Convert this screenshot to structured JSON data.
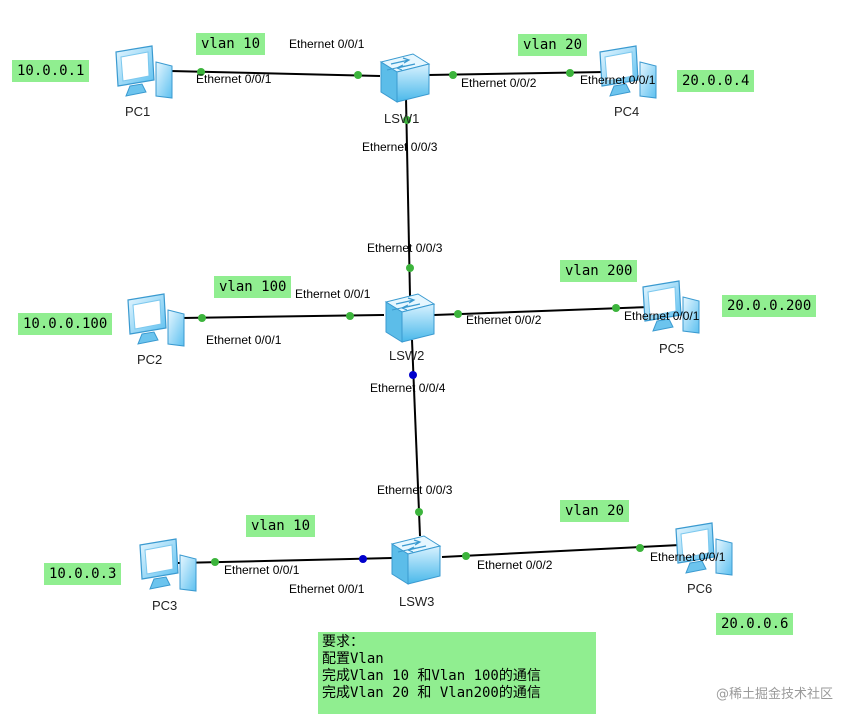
{
  "devices": {
    "pc1": "PC1",
    "pc2": "PC2",
    "pc3": "PC3",
    "pc4": "PC4",
    "pc5": "PC5",
    "pc6": "PC6",
    "lsw1": "LSW1",
    "lsw2": "LSW2",
    "lsw3": "LSW3"
  },
  "ips": {
    "pc1": "10.0.0.1",
    "pc2": "10.0.0.100",
    "pc3": "10.0.0.3",
    "pc4": "20.0.0.4",
    "pc5": "20.0.0.200",
    "pc6": "20.0.0.6"
  },
  "vlans": {
    "pc1": "vlan 10",
    "pc4": "vlan 20",
    "pc2": "vlan 100",
    "pc5": "vlan 200",
    "pc3": "vlan 10",
    "pc6": "vlan 20"
  },
  "ports": {
    "lsw1_e1": "Ethernet 0/0/1",
    "pc1_e1": "Ethernet 0/0/1",
    "lsw1_e2": "Ethernet 0/0/2",
    "pc4_e1": "Ethernet 0/0/1",
    "lsw1_e3": "Ethernet 0/0/3",
    "lsw2_e3": "Ethernet 0/0/3",
    "lsw2_e1": "Ethernet 0/0/1",
    "pc2_e1": "Ethernet 0/0/1",
    "lsw2_e2": "Ethernet 0/0/2",
    "pc5_e1": "Ethernet 0/0/1",
    "lsw2_e4": "Ethernet 0/0/4",
    "lsw3_e3": "Ethernet 0/0/3",
    "pc3_e1": "Ethernet 0/0/1",
    "lsw3_e1": "Ethernet 0/0/1",
    "lsw3_e2": "Ethernet 0/0/2",
    "pc6_e1": "Ethernet 0/0/1"
  },
  "requirements": {
    "title": "要求：",
    "line1": "配置Vlan",
    "line2": "完成Vlan 10 和Vlan 100的通信",
    "line3": "完成Vlan 20 和 Vlan200的通信"
  },
  "watermark": "@稀土掘金技术社区",
  "colors": {
    "tag_bg": "#90ee90",
    "link": "#000000",
    "port_up": "#3cb43c",
    "port_down": "#0000cc",
    "device": "#29abe2"
  }
}
